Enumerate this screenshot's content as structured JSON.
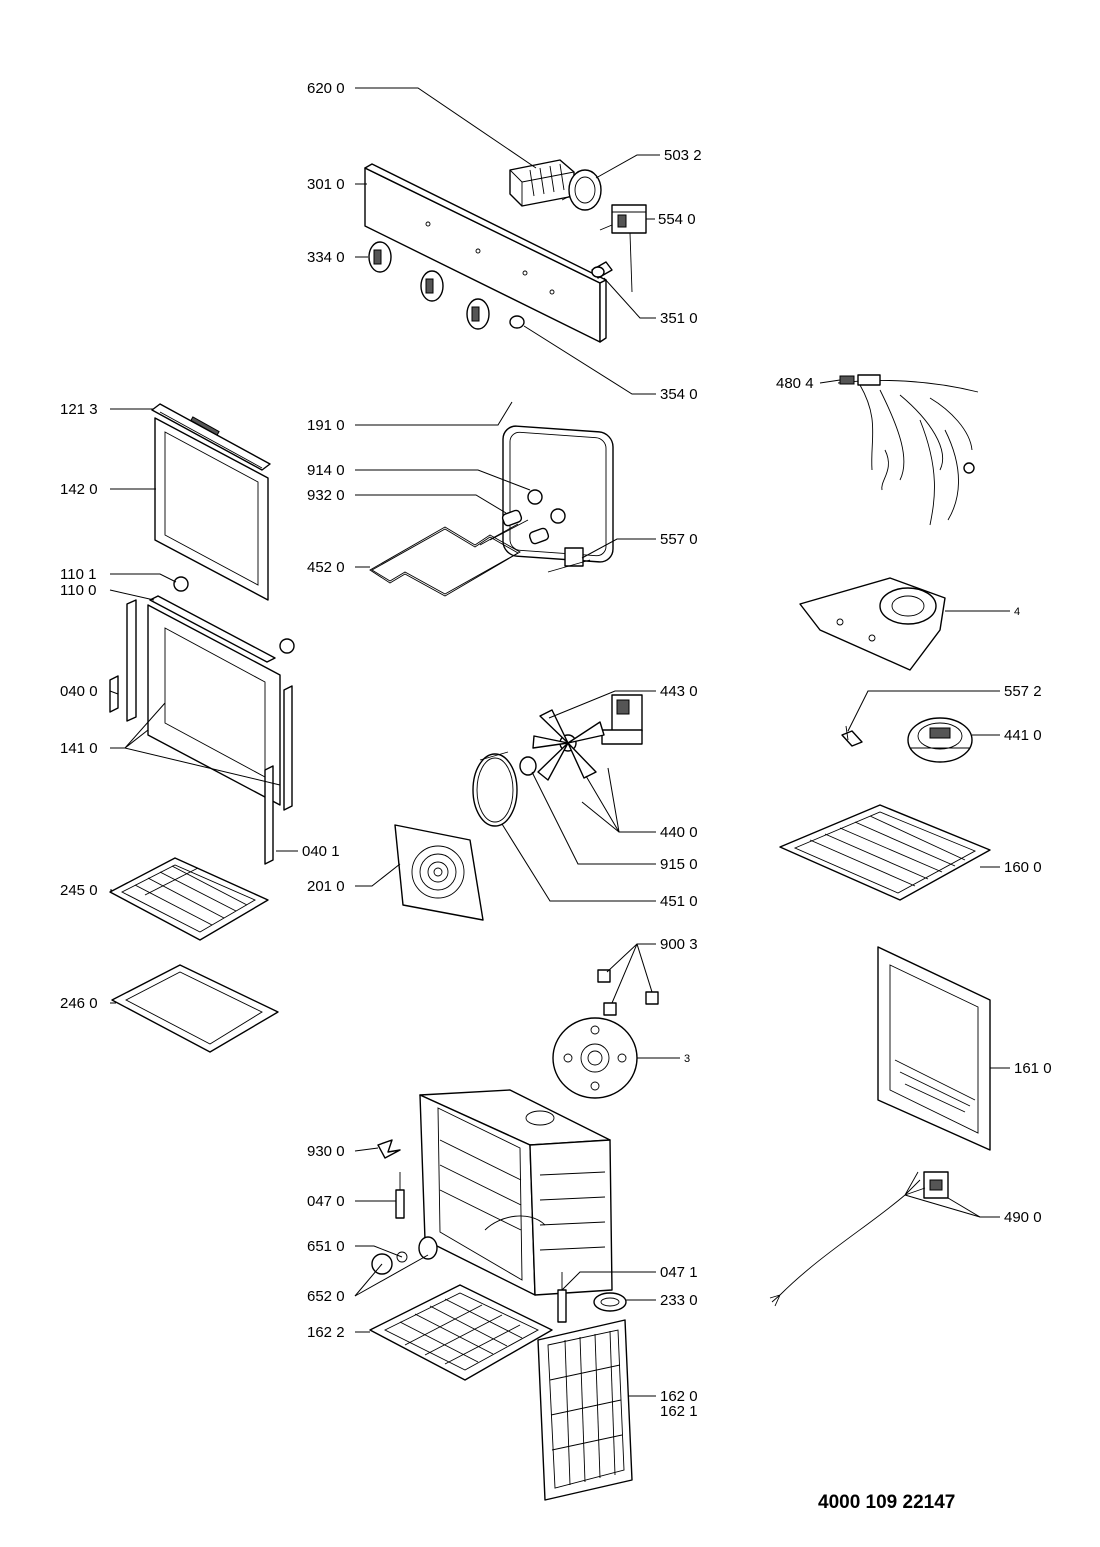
{
  "labels": {
    "l6200": "620 0",
    "l3010": "301 0",
    "l5032": "503 2",
    "l5540": "554 0",
    "l3340": "334 0",
    "l3510": "351 0",
    "l3540": "354 0",
    "l4804": "480 4",
    "l1213": "121 3",
    "l1910": "191 0",
    "l1420": "142 0",
    "l9140": "914 0",
    "l9320": "932 0",
    "l4520": "452 0",
    "l5570": "557 0",
    "l1101": "110 1",
    "l1100": "110 0",
    "l4": "4",
    "l0400": "040 0",
    "l4430": "443 0",
    "l5572": "557 2",
    "l4410": "441 0",
    "l1410": "141 0",
    "l4400": "440 0",
    "l1600": "160 0",
    "l0401": "040 1",
    "l9150": "915 0",
    "l2010": "201 0",
    "l2450": "245 0",
    "l4510": "451 0",
    "l9003": "900 3",
    "l2460": "246 0",
    "l3": "3",
    "l1610": "161 0",
    "l9300": "930 0",
    "l0470": "047 0",
    "l4900": "490 0",
    "l6510": "651 0",
    "l0471": "047 1",
    "l6520": "652 0",
    "l2330": "233 0",
    "l1622": "162 2",
    "l1620": "162 0",
    "l1621": "162 1"
  },
  "document_number": "4000 109 22147"
}
